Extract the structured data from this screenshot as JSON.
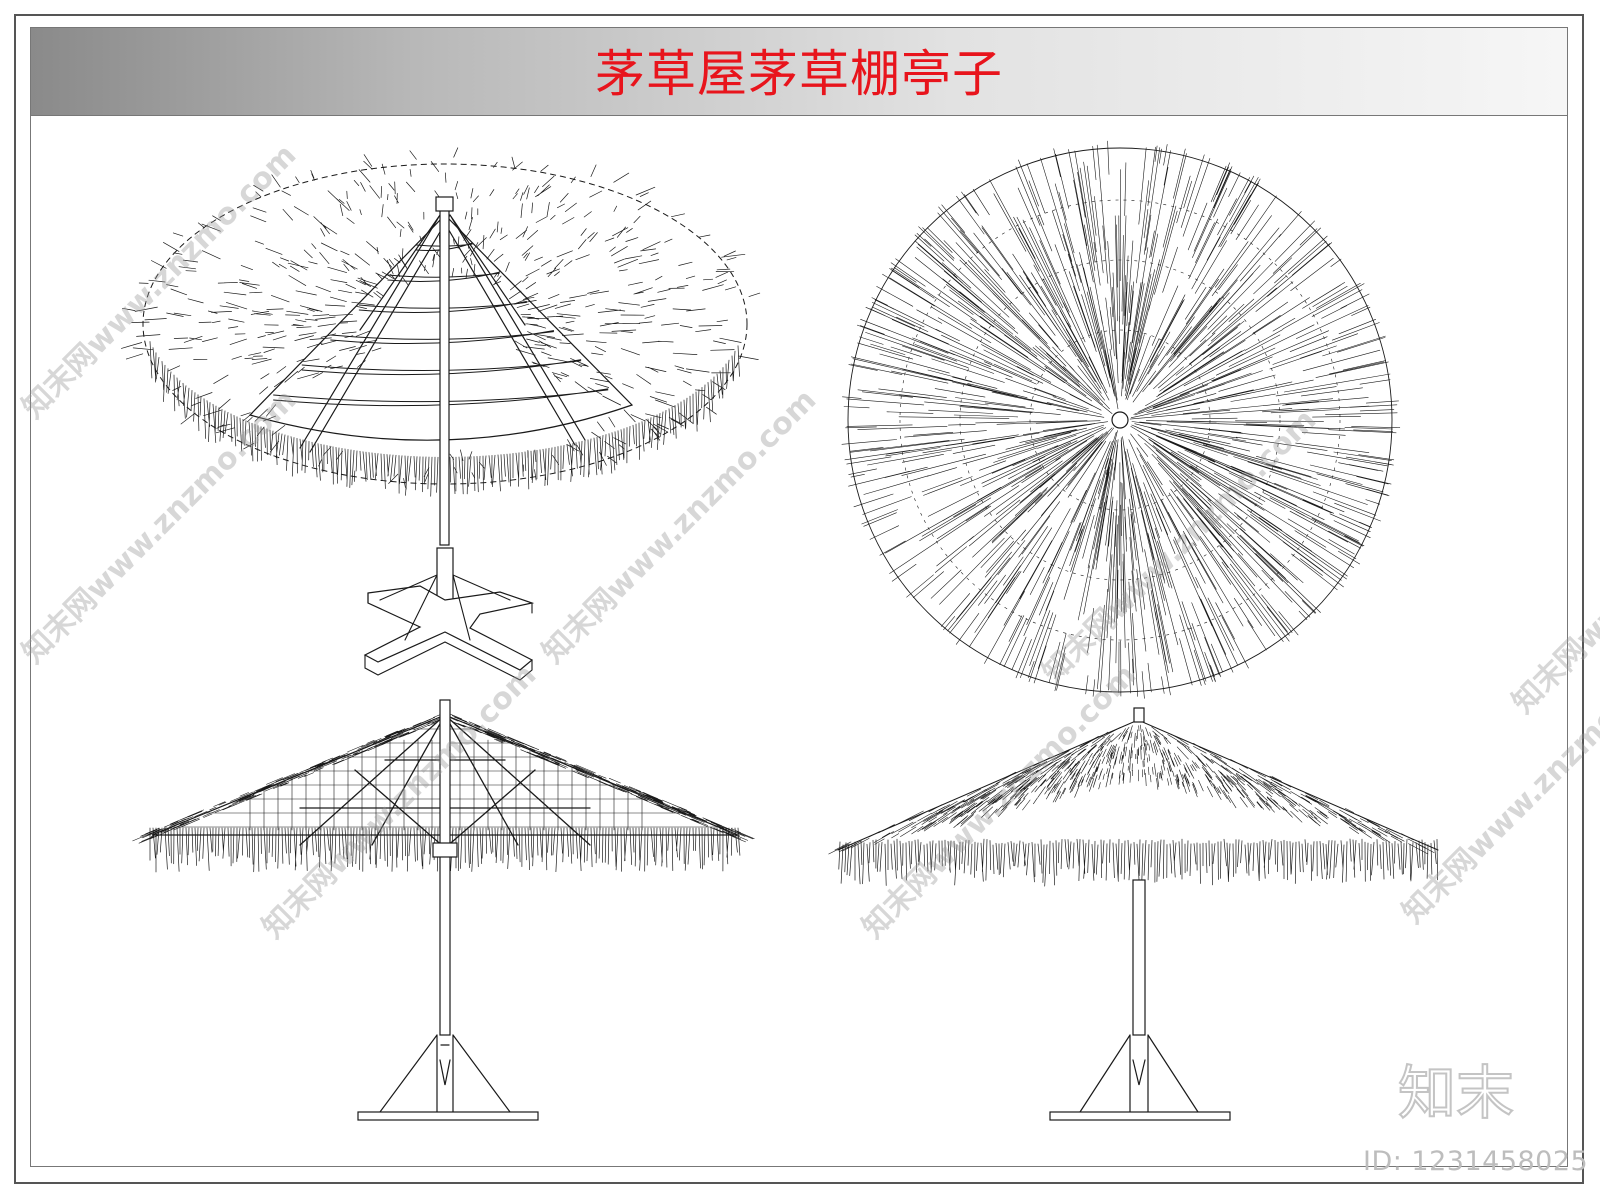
{
  "title": "茅草屋茅草棚亭子",
  "watermark": {
    "text": "知末网www.znzmo.com"
  },
  "brand": {
    "logo_text": "知末",
    "id_text": "ID: 1231458025"
  },
  "colors": {
    "title": "#e8141c",
    "line": "#1a1a1a",
    "watermark": "#969696"
  },
  "views": [
    {
      "name": "perspective-view",
      "icon": "thatch-umbrella-perspective-icon"
    },
    {
      "name": "top-plan-view",
      "icon": "thatch-umbrella-top-icon"
    },
    {
      "name": "section-elevation-view",
      "icon": "thatch-umbrella-section-icon"
    },
    {
      "name": "front-elevation-view",
      "icon": "thatch-umbrella-elevation-icon"
    }
  ]
}
